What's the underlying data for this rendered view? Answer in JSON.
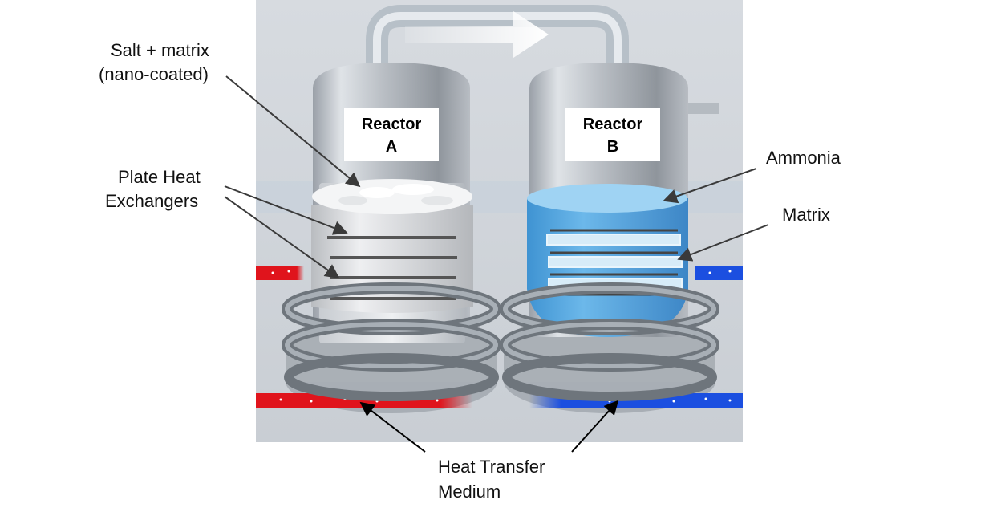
{
  "reactors": [
    {
      "title_line1": "Reactor",
      "title_line2": "A"
    },
    {
      "title_line1": "Reactor",
      "title_line2": "B"
    }
  ],
  "labels": {
    "salt_line1": "Salt + matrix",
    "salt_line2": "(nano-coated)",
    "plate_line1": "Plate Heat",
    "plate_line2": "Exchangers",
    "ammonia": "Ammonia",
    "matrix": "Matrix",
    "htm_line1": "Heat Transfer",
    "htm_line2": "Medium"
  },
  "colors": {
    "hot_medium": "#e0141c",
    "cold_medium": "#1b4fe0",
    "ammonia": "#5aaee6",
    "background": "#d9dde2"
  }
}
